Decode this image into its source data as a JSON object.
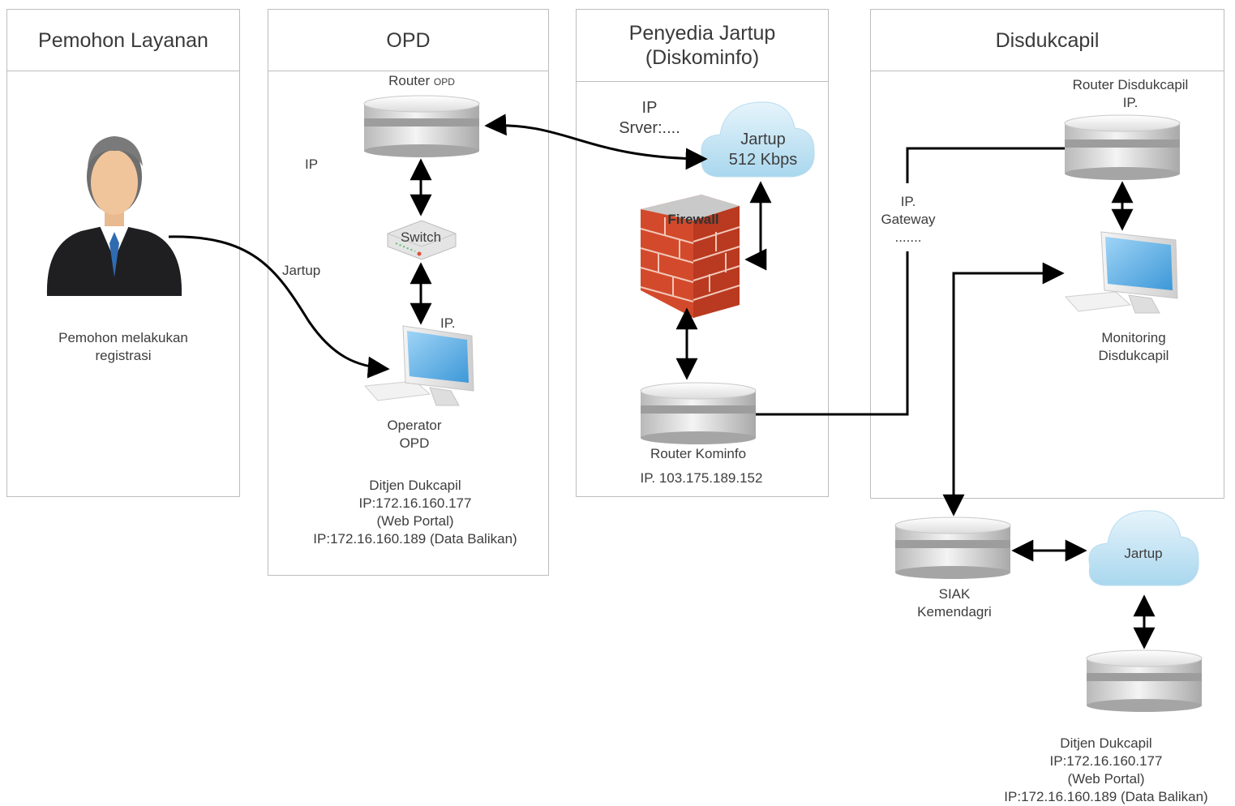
{
  "lanes": {
    "pemohon": {
      "title": "Pemohon Layanan"
    },
    "opd": {
      "title": "OPD"
    },
    "penyedia": {
      "title_line1": "Penyedia Jartup",
      "title_line2": "(Diskominfo)"
    },
    "disdukcapil": {
      "title": "Disdukcapil"
    }
  },
  "pemohon": {
    "caption_line1": "Pemohon melakukan",
    "caption_line2": "registrasi"
  },
  "opd": {
    "router_label": "Router",
    "router_suffix": "OPD",
    "ip_label": "IP",
    "jartup_label": "Jartup",
    "switch_label": "Switch",
    "pc_ip_label": "IP.",
    "operator_line1": "Operator",
    "operator_line2": "OPD",
    "ditjen_line1": "Ditjen Dukcapil",
    "ditjen_line2": "IP:172.16.160.177",
    "ditjen_line3": "(Web Portal)",
    "ditjen_line4": "IP:172.16.160.189 (Data Balikan)"
  },
  "penyedia": {
    "ip_server_line1": "IP",
    "ip_server_line2": "Srver:....",
    "cloud_line1": "Jartup",
    "cloud_line2": "512 Kbps",
    "firewall_label": "Firewall",
    "router_label": "Router Kominfo",
    "router_ip": "IP. 103.175.189.152"
  },
  "disdukcapil": {
    "router_line1": "Router Disdukcapil",
    "router_line2": "IP.",
    "gateway_line1": "IP.",
    "gateway_line2": "Gateway",
    "gateway_line3": ".......",
    "monitoring_line1": "Monitoring",
    "monitoring_line2": "Disdukcapil"
  },
  "external": {
    "siak_line1": "SIAK",
    "siak_line2": "Kemendagri",
    "cloud_label": "Jartup",
    "ditjen_line1": "Ditjen Dukcapil",
    "ditjen_line2": "IP:172.16.160.177",
    "ditjen_line3": "(Web Portal)",
    "ditjen_line4": "IP:172.16.160.189 (Data Balikan)"
  }
}
